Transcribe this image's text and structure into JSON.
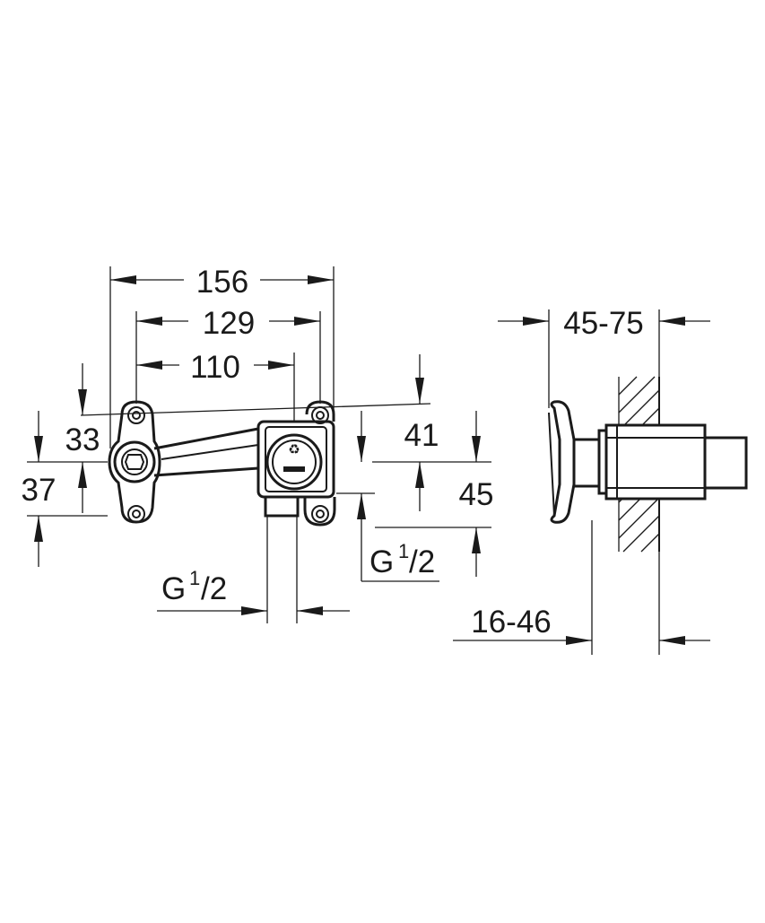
{
  "dimensions": {
    "overall_width": "156",
    "mount_spacing": "129",
    "outlet_offset": "110",
    "upper_left": "33",
    "lower_left": "37",
    "upper_right": "41",
    "lower_right": "45",
    "wall_range": "45-75",
    "install_depth": "16-46"
  },
  "threads": {
    "left_main": "G",
    "left_num": "1",
    "left_den": "/2",
    "right_main": "G",
    "right_num": "1",
    "right_den": "/2"
  }
}
